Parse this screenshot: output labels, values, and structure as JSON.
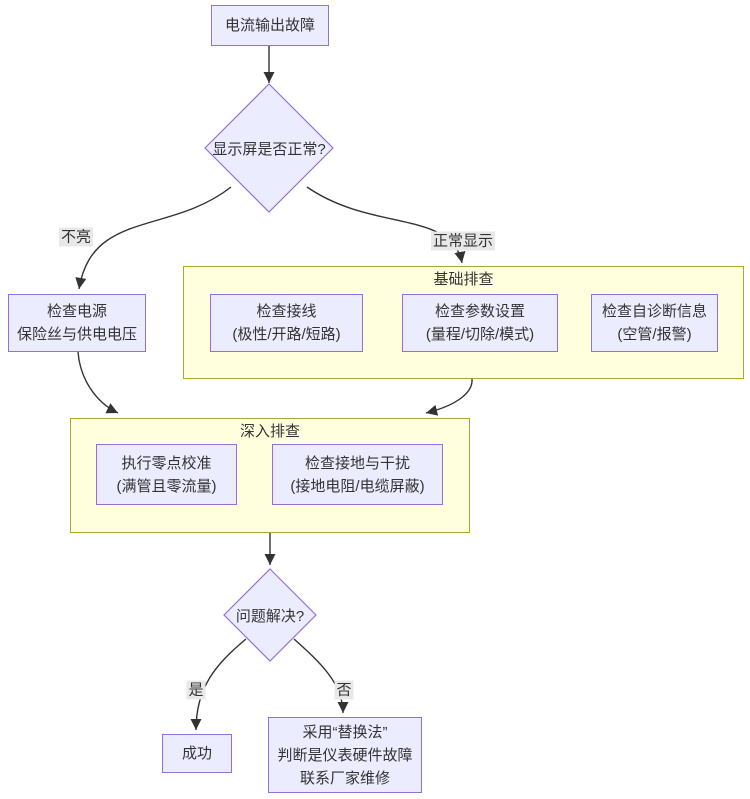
{
  "colors": {
    "node_fill": "#ECECFF",
    "node_border": "#9370DB",
    "cluster_fill": "#FFFFDE",
    "cluster_border": "#AAAA33",
    "edge_line": "#333333",
    "edge_label_bg": "#E8E8E8",
    "text": "#333333",
    "background": "#FFFFFF"
  },
  "clusters": {
    "basic": {
      "title": "基础排查"
    },
    "deep": {
      "title": "深入排查"
    }
  },
  "nodes": {
    "start": {
      "lines": [
        "电流输出故障"
      ]
    },
    "display_check": {
      "lines": [
        "显示屏是否正常?"
      ]
    },
    "power": {
      "lines": [
        "检查电源",
        "保险丝与供电电压"
      ]
    },
    "wiring": {
      "lines": [
        "检查接线",
        "(极性/开路/短路)"
      ]
    },
    "params": {
      "lines": [
        "检查参数设置",
        "(量程/切除/模式)"
      ]
    },
    "self_diag": {
      "lines": [
        "检查自诊断信息",
        "(空管/报警)"
      ]
    },
    "zero_cal": {
      "lines": [
        "执行零点校准",
        "(满管且零流量)"
      ]
    },
    "grounding": {
      "lines": [
        "检查接地与干扰",
        "(接地电阻/电缆屏蔽)"
      ]
    },
    "solved_check": {
      "lines": [
        "问题解决?"
      ]
    },
    "success": {
      "lines": [
        "成功"
      ]
    },
    "replace": {
      "lines": [
        "采用“替换法”",
        "判断是仪表硬件故障",
        "联系厂家维修"
      ]
    }
  },
  "edge_labels": {
    "not_lit": "不亮",
    "normal_display": "正常显示",
    "yes": "是",
    "no": "否"
  }
}
